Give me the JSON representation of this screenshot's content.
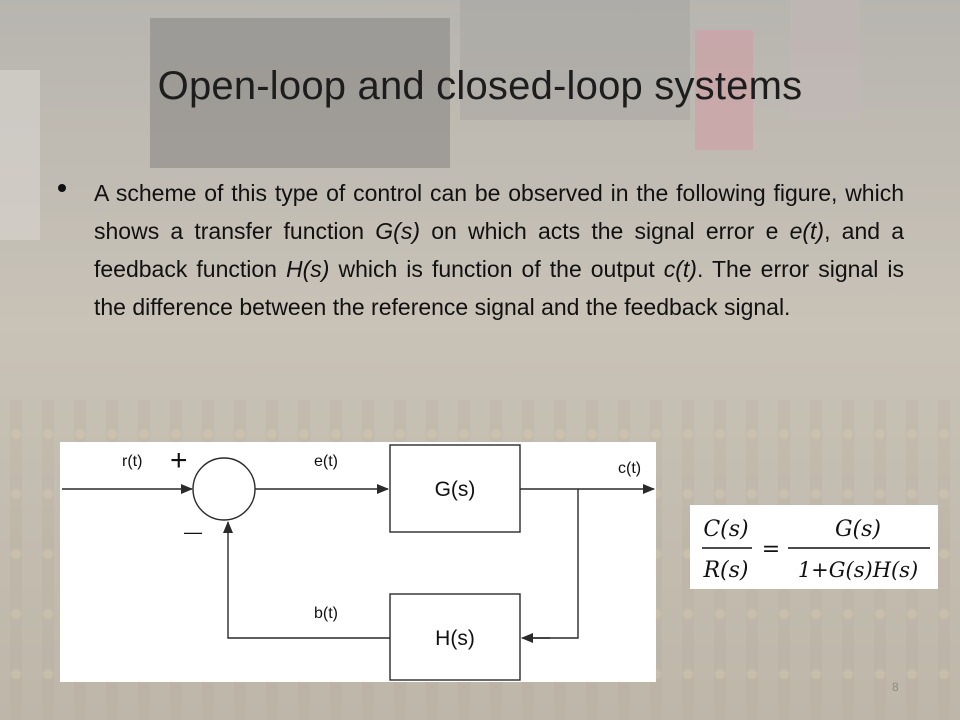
{
  "slide": {
    "title": "Open-loop and closed-loop systems",
    "bullet": {
      "t1": "A scheme of this type of control can be observed in the following figure, which shows a transfer function ",
      "gs": "G(s)",
      "t2": " on which acts the signal error e ",
      "et": "e(t)",
      "t3": ", and a feedback function ",
      "hs": "H(s)",
      "t4": " which is function of the output ",
      "ct": "c(t)",
      "t5": ". The error signal is the difference between the reference signal and the feedback signal."
    },
    "page_number": "8"
  },
  "diagram": {
    "labels": {
      "r": "r(t)",
      "e": "e(t)",
      "c": "c(t)",
      "b": "b(t)",
      "plus": "+",
      "minus": "—"
    },
    "blocks": {
      "G": "G(s)",
      "H": "H(s)"
    }
  },
  "formula": {
    "lhs_num": "C(s)",
    "lhs_den": "R(s)",
    "eq": "=",
    "rhs_num": "G(s)",
    "rhs_den": "1+G(s)H(s)"
  },
  "colors": {
    "background_base": "#b8b0a4",
    "text": "#111111",
    "diagram_line": "#2a2a2a"
  }
}
